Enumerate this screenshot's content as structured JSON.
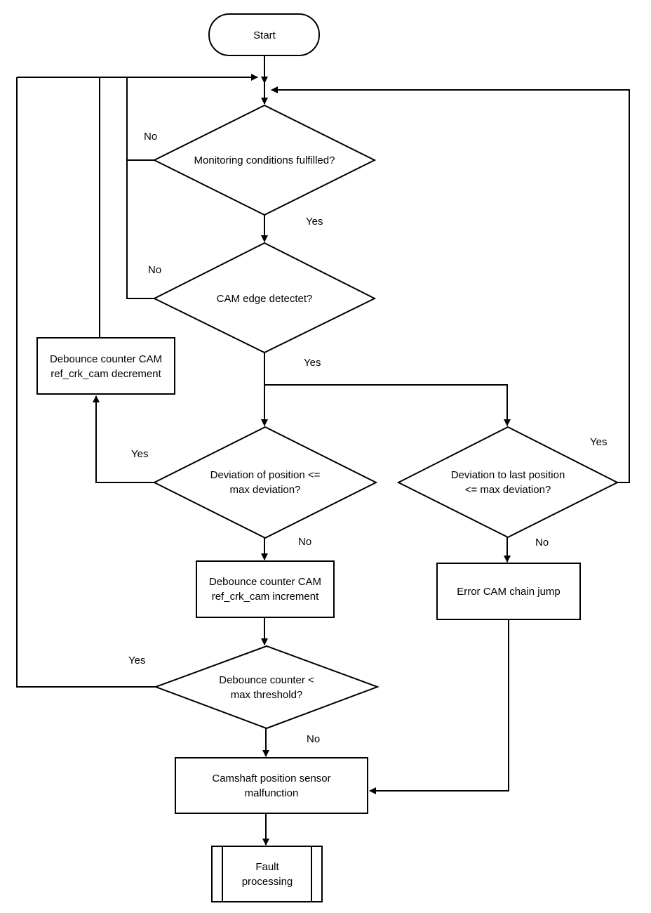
{
  "nodes": {
    "start": "Start",
    "monitoring": "Monitoring conditions fulfilled?",
    "cam_edge": "CAM edge detectet?",
    "dec_line1": "Debounce counter CAM",
    "dec_line2": "ref_crk_cam decrement",
    "dev_pos_line1": "Deviation of position <=",
    "dev_pos_line2": "max deviation?",
    "dev_last_line1": "Deviation to last position",
    "dev_last_line2": "<= max deviation?",
    "inc_line1": "Debounce counter CAM",
    "inc_line2": "ref_crk_cam increment",
    "error_chain": "Error CAM chain jump",
    "threshold_line1": "Debounce counter <",
    "threshold_line2": "max threshold?",
    "malfunction_line1": "Camshaft position sensor",
    "malfunction_line2": "malfunction",
    "fault_line1": "Fault",
    "fault_line2": "processing"
  },
  "labels": {
    "monitoring_no": "No",
    "monitoring_yes": "Yes",
    "cam_edge_no": "No",
    "cam_edge_yes": "Yes",
    "dev_pos_yes": "Yes",
    "dev_pos_no": "No",
    "dev_last_yes": "Yes",
    "dev_last_no": "No",
    "threshold_yes": "Yes",
    "threshold_no": "No"
  }
}
